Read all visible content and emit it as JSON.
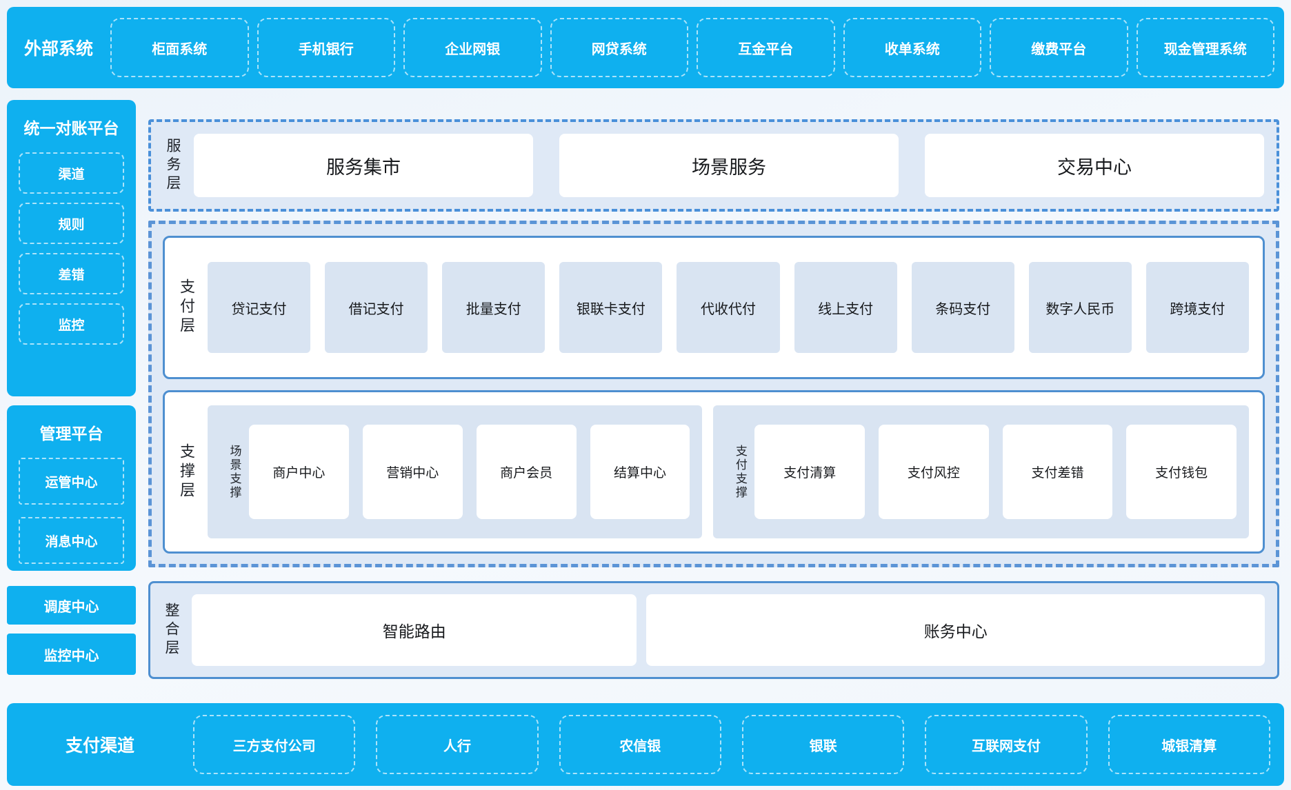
{
  "colors": {
    "band_blue": "#0fb0ef",
    "panel_fill": "#dfe9f6",
    "tile_fill": "#d9e4f2",
    "panel_border": "#4e8fd0",
    "dashed_border": "#5b94d6",
    "white_dash": "rgba(255,255,255,0.65)"
  },
  "top_band": {
    "label": "外部系统",
    "items": [
      "柜面系统",
      "手机银行",
      "企业网银",
      "网贷系统",
      "互金平台",
      "收单系统",
      "缴费平台",
      "现金管理系统"
    ]
  },
  "sidebar": {
    "recon": {
      "title": "统一对账平台",
      "items": [
        "渠道",
        "规则",
        "差错",
        "监控"
      ]
    },
    "mgmt": {
      "title": "管理平台",
      "items": [
        "运管中心",
        "消息中心"
      ]
    },
    "dispatch": "调度中心",
    "monitor": "监控中心"
  },
  "service_layer": {
    "label": "服务层",
    "items": [
      "服务集市",
      "场景服务",
      "交易中心"
    ]
  },
  "payment_layer": {
    "label": "支付层",
    "items": [
      "贷记支付",
      "借记支付",
      "批量支付",
      "银联卡支付",
      "代收代付",
      "线上支付",
      "条码支付",
      "数字人民币",
      "跨境支付"
    ]
  },
  "support_layer": {
    "label": "支撑层",
    "groups": [
      {
        "label": "场景支撑",
        "items": [
          "商户中心",
          "营销中心",
          "商户会员",
          "结算中心"
        ]
      },
      {
        "label": "支付支撑",
        "items": [
          "支付清算",
          "支付风控",
          "支付差错",
          "支付钱包"
        ]
      }
    ]
  },
  "integration_layer": {
    "label": "整合层",
    "items": [
      "智能路由",
      "账务中心"
    ]
  },
  "bottom_band": {
    "label": "支付渠道",
    "items": [
      "三方支付公司",
      "人行",
      "农信银",
      "银联",
      "互联网支付",
      "城银清算"
    ]
  }
}
